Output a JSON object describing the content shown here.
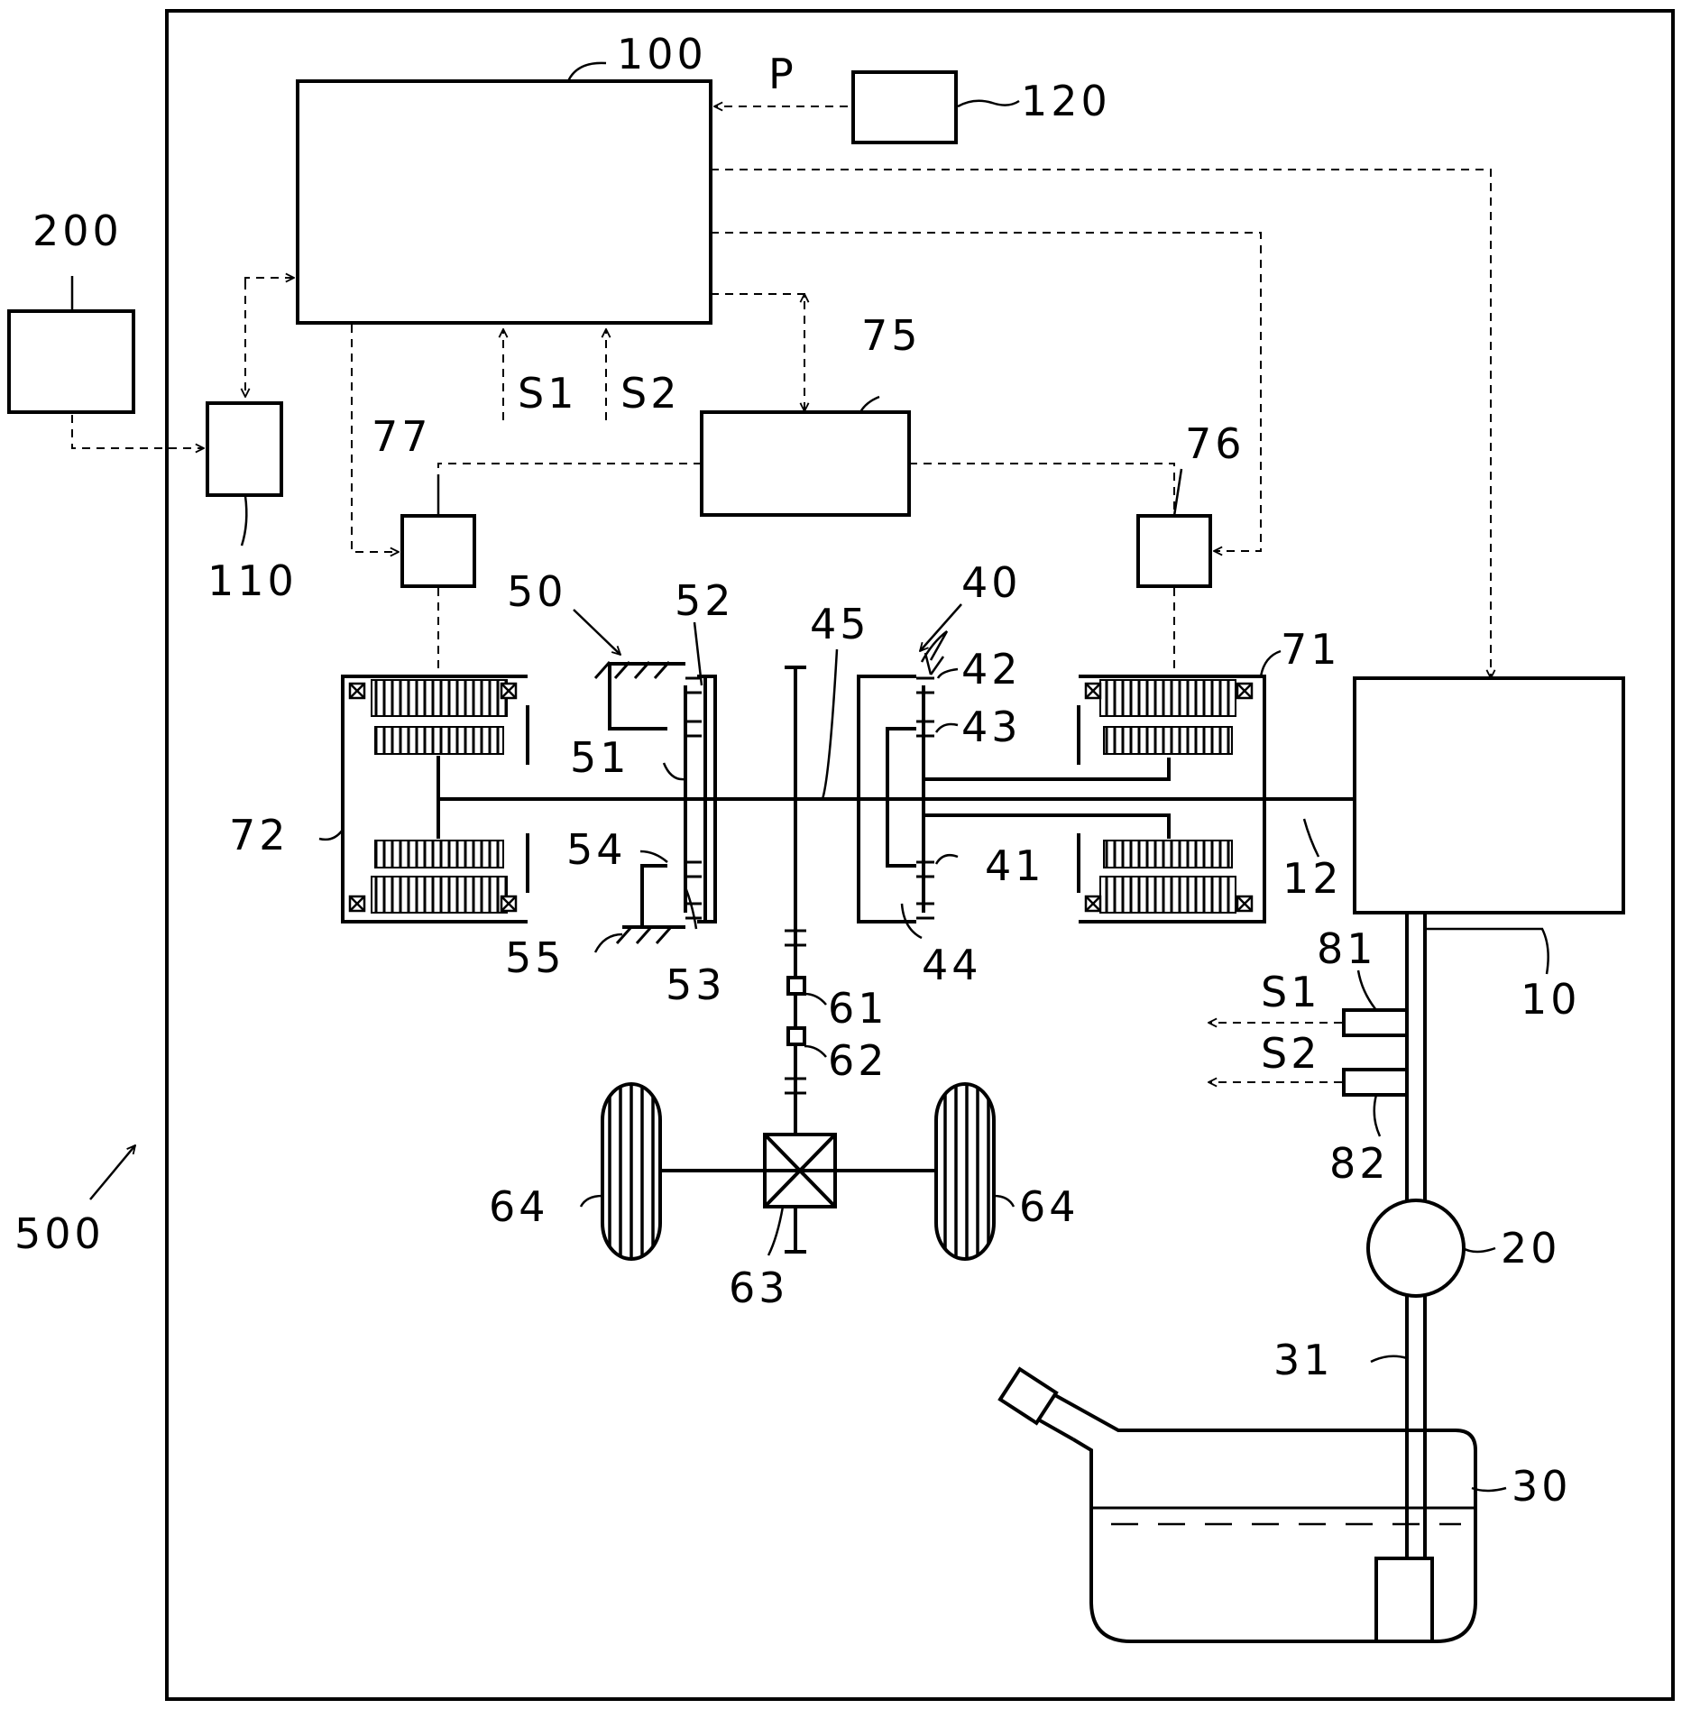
{
  "labels": {
    "n10": "10",
    "n12": "12",
    "n20": "20",
    "n30": "30",
    "n31": "31",
    "n40": "40",
    "n41": "41",
    "n42": "42",
    "n43": "43",
    "n44": "44",
    "n45": "45",
    "n50": "50",
    "n51": "51",
    "n52": "52",
    "n53": "53",
    "n54": "54",
    "n55": "55",
    "n61": "61",
    "n62": "62",
    "n63": "63",
    "n64a": "64",
    "n64b": "64",
    "n71": "71",
    "n72": "72",
    "n75": "75",
    "n76": "76",
    "n77": "77",
    "n81": "81",
    "n82": "82",
    "n100": "100",
    "n110": "110",
    "n120": "120",
    "n200": "200",
    "n500": "500",
    "p": "P",
    "s1_ctrl": "S1",
    "s2_ctrl": "S2",
    "s1_sensor": "S1",
    "s2_sensor": "S2"
  }
}
